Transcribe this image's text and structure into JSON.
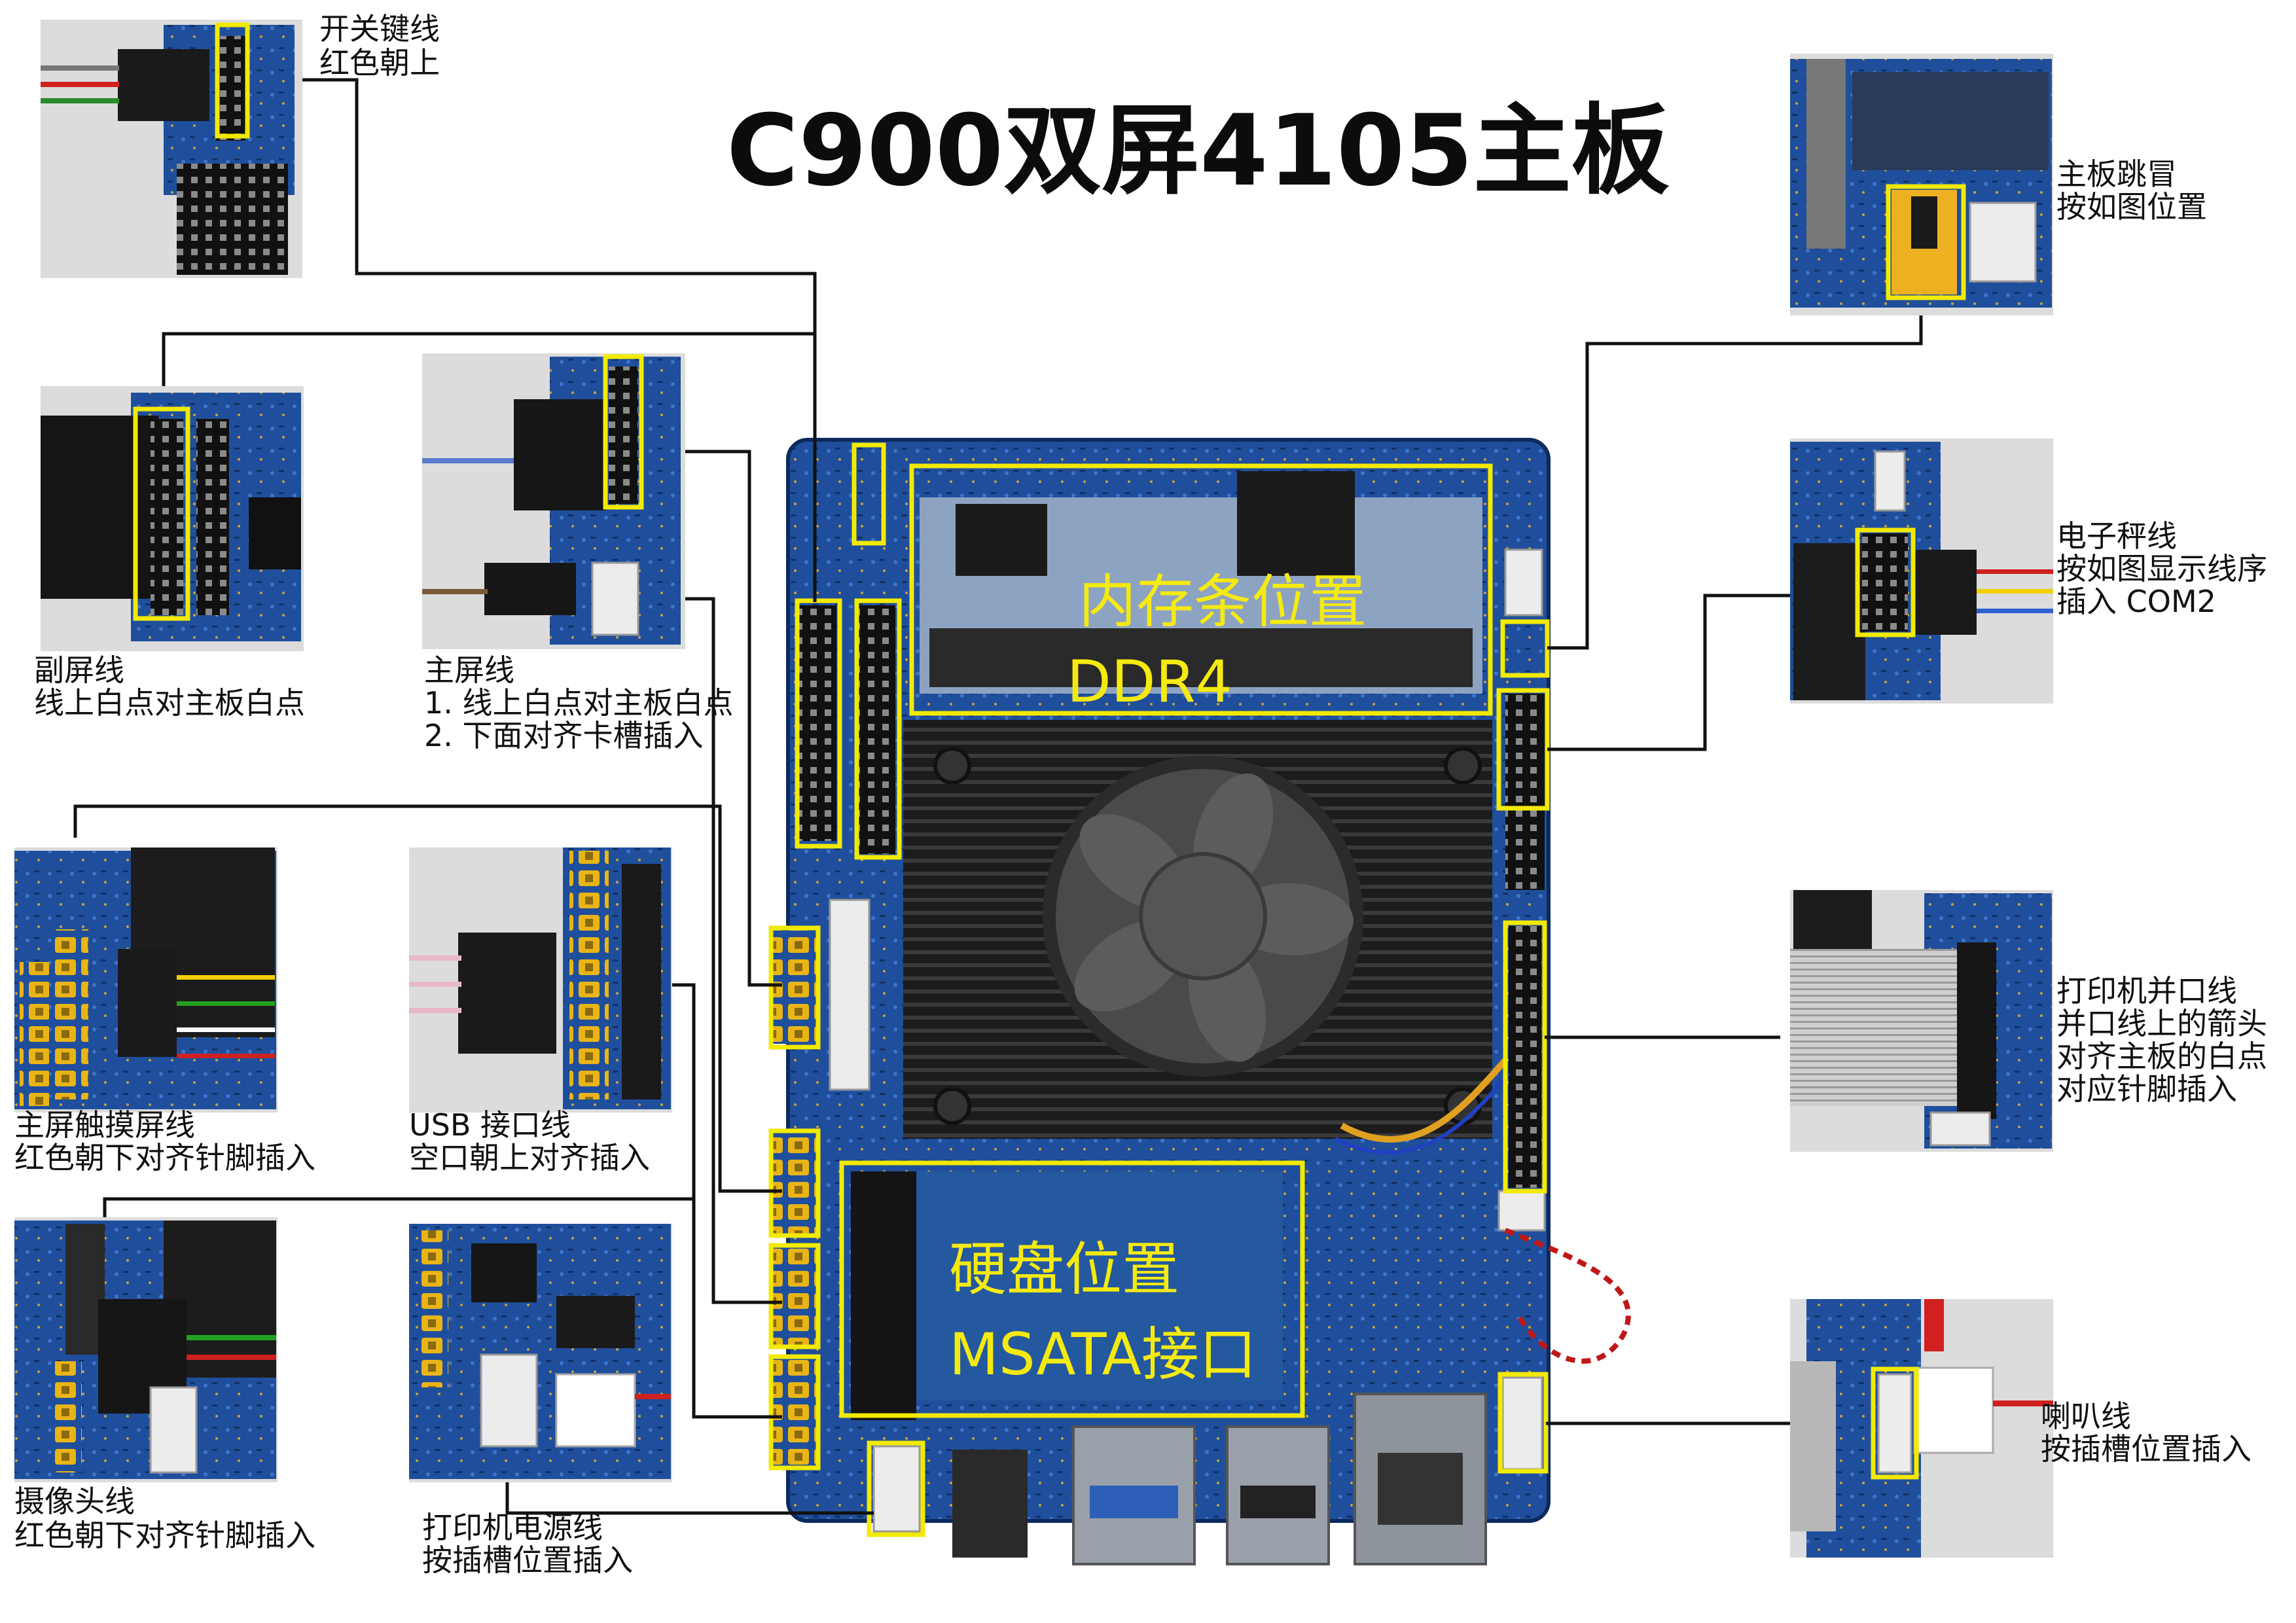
{
  "title": "C900双屏4105主板",
  "board": {
    "memory_label_1": "内存条位置",
    "memory_label_2": "DDR4",
    "disk_label_1": "硬盘位置",
    "disk_label_2": "MSATA接口"
  },
  "callouts": {
    "power_switch": {
      "line1": "开关键线",
      "line2": "红色朝上"
    },
    "sub_screen": {
      "line1": "副屏线",
      "line2": "线上白点对主板白点"
    },
    "main_screen": {
      "line1": "主屏线",
      "line2": "1. 线上白点对主板白点",
      "line3": "2. 下面对齐卡槽插入"
    },
    "touch": {
      "line1": "主屏触摸屏线",
      "line2": "红色朝下对齐针脚插入"
    },
    "usb": {
      "line1": "USB 接口线",
      "line2": "空口朝上对齐插入"
    },
    "camera": {
      "line1": "摄像头线",
      "line2": "红色朝下对齐针脚插入"
    },
    "printer_power": {
      "line1": "打印机电源线",
      "line2": "按插槽位置插入"
    },
    "jumper": {
      "line1": "主板跳冒",
      "line2": "按如图位置"
    },
    "scale": {
      "line1": "电子秤线",
      "line2": "按如图显示线序",
      "line3": "插入 COM2"
    },
    "parallel": {
      "line1": "打印机并口线",
      "line2": "并口线上的箭头",
      "line3": "对齐主板的白点",
      "line4": "对应针脚插入"
    },
    "speaker": {
      "line1": "喇叭线",
      "line2": "按插槽位置插入"
    }
  },
  "colors": {
    "highlight": "#f2ea00",
    "pcb_blue": "#1f4f9c",
    "heatsink": "#1a1a1a",
    "connector_yellow": "#e9b416",
    "line": "#111111"
  }
}
